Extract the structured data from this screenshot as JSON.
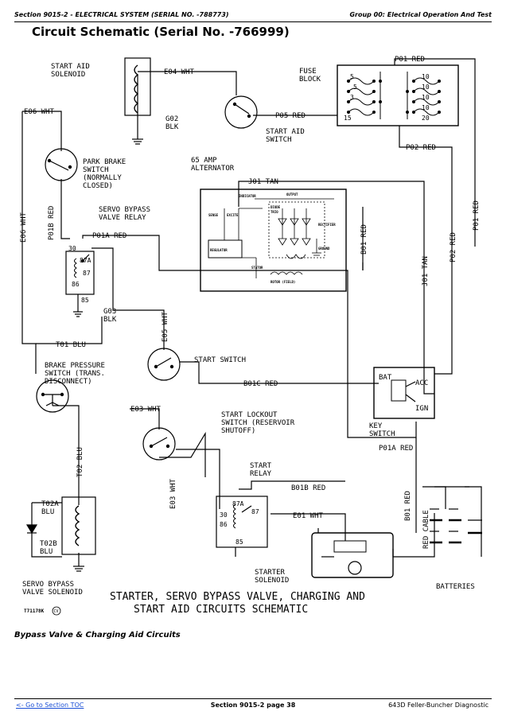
{
  "header": {
    "section": "Section 9015-2 - ELECTRICAL SYSTEM (SERIAL NO. -788773)",
    "group": "Group 00: Electrical Operation And Test"
  },
  "page_title": "Circuit Schematic (Serial No. -766999)",
  "diagram": {
    "labels": {
      "start_aid_solenoid": [
        "START AID",
        "SOLENOID"
      ],
      "e04": "E04 WHT",
      "g02": [
        "G02",
        "BLK"
      ],
      "fuse_block": [
        "FUSE",
        "BLOCK"
      ],
      "p01": "P01 RED",
      "p05": "P05 RED",
      "start_aid_switch": [
        "START AID",
        "SWITCH"
      ],
      "p02": "P02 RED",
      "e06": "E06 WHT",
      "park_brake": [
        "PARK BRAKE",
        "SWITCH",
        "(NORMALLY",
        "CLOSED)"
      ],
      "alternator": [
        "65 AMP",
        "ALTERNATOR"
      ],
      "j01": "J01 TAN",
      "servo_relay": [
        "SERVO BYPASS",
        "VALVE RELAY"
      ],
      "p01b": "P01B RED",
      "p01a": "P01A RED",
      "relay_pins": [
        "30",
        "87A",
        "87",
        "86",
        "85"
      ],
      "g03": [
        "G03",
        "BLK"
      ],
      "e05": "E05 WHT",
      "b01": "B01 RED",
      "j01_v": "J01 TAN",
      "p02_v": "P02 RED",
      "p01_v": "P01 RED",
      "t01": "T01 BLU",
      "brake_pressure": [
        "BRAKE PRESSURE",
        "SWITCH (TRANS.",
        "DISCONNECT)"
      ],
      "start_switch": "START SWITCH",
      "b01c": "B01C RED",
      "key_bat": "BAT",
      "key_acc": "ACC",
      "key_ign": "IGN",
      "e03": "E03 WHT",
      "start_lockout": [
        "START LOCKOUT",
        "SWITCH (RESERVOIR",
        "SHUTOFF)"
      ],
      "key_switch": [
        "KEY",
        "SWITCH"
      ],
      "p01a_b": "P01A RED",
      "t02": "T02 BLU",
      "start_relay": [
        "START",
        "RELAY"
      ],
      "b01b": "B01B RED",
      "e03_v": "E03 WHT",
      "e01": "E01 WHT",
      "b01_v": "B01 RED",
      "red_cable": "RED CABLE",
      "t02a": [
        "T02A",
        "BLU"
      ],
      "t02b": [
        "T02B",
        "BLU"
      ],
      "servo_valve": [
        "SERVO BYPASS",
        "VALVE SOLENOID"
      ],
      "starter_solenoid": [
        "STARTER",
        "SOLENOID"
      ],
      "batteries": "BATTERIES",
      "main_caption": [
        "STARTER, SERVO BYPASS VALVE, CHARGING AND",
        "START AID CIRCUITS SCHEMATIC"
      ],
      "fig_id": "T71178K",
      "fig_badge": "CV",
      "fuse_nums": [
        "5",
        "5",
        "10",
        "10",
        "3",
        "10",
        "10",
        "15",
        "20"
      ],
      "alt_inner": [
        "INDICATOR",
        "OUTPUT",
        "SENSE",
        "EXCITE",
        "DIODE",
        "TRIO",
        "RECTIFIER",
        "REGULATOR",
        "GROUND",
        "STATOR",
        "ROTOR (FIELD)"
      ]
    }
  },
  "caption": "Bypass Valve & Charging Aid Circuits",
  "footer": {
    "toc_link": "<- Go to Section TOC",
    "page": "Section 9015-2 page 38",
    "doc": "643D Feller-Buncher Diagnostic"
  }
}
